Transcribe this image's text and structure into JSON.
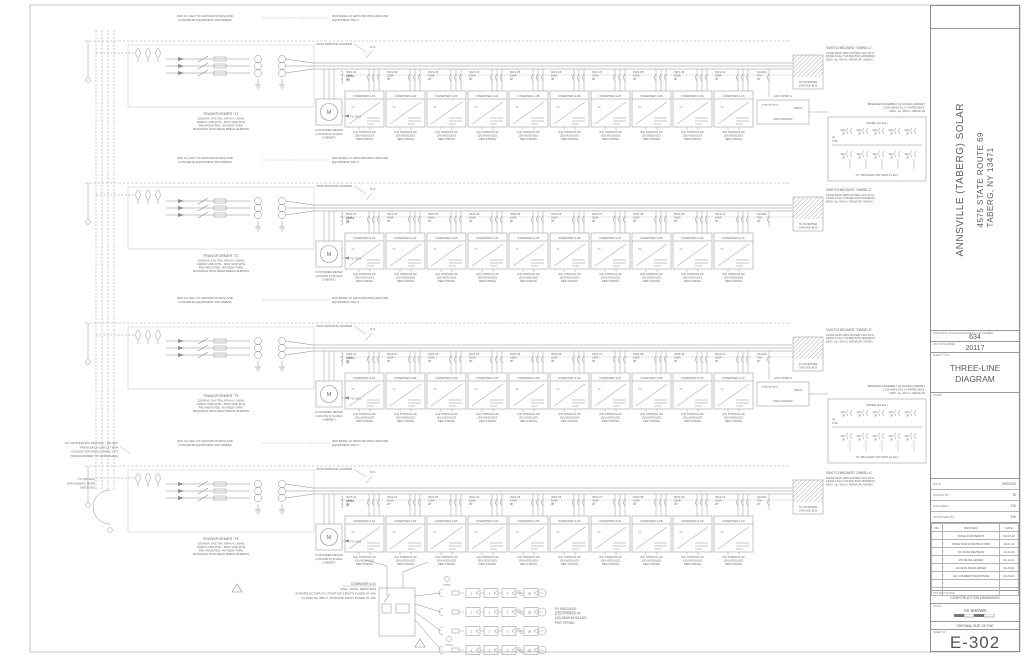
{
  "titleblock": {
    "project_name": "ANNSVILLE (TABERG) SOLAR",
    "address_line1": "4575 STATE ROUTE 69",
    "address_line2": "TABERG, NY 13471",
    "job1_label": "PRECISION SOLAR RENEWABLES JOB NUMBER",
    "job1_value": "634",
    "job2_label": "WM JOB NUMBER",
    "job2_value": "20117",
    "sheet_title_label": "SHEET TITLE",
    "sheet_title_line1": "THREE-LINE",
    "sheet_title_line2": "DIAGRAM",
    "stamp_label": "STAMP",
    "info_rows": [
      {
        "label": "DATE",
        "value": "09/01/20"
      },
      {
        "label": "DRAWN BY",
        "value": "IS"
      },
      {
        "label": "ENGINEER",
        "value": "DK"
      },
      {
        "label": "APPROVED BY",
        "value": "DK"
      }
    ],
    "rev_headers": [
      "NO.",
      "REVISION",
      "DATE"
    ],
    "revisions": [
      {
        "no": "-",
        "revision": "ISSUE FOR PERMIT",
        "date": "09-03-20"
      },
      {
        "no": "-",
        "revision": "ISSUE FOR CONSTRUCTION",
        "date": "10-01-20"
      },
      {
        "no": "-",
        "revision": "DC FUSE REVISION",
        "date": "11-03-20"
      },
      {
        "no": "-",
        "revision": "MV DETAIL ADDED",
        "date": "01-12-21"
      },
      {
        "no": "-",
        "revision": "ACCESS ROAD ADDED",
        "date": "01-29-21"
      },
      {
        "no": "-",
        "revision": "NG COMMENT RESPONSE",
        "date": "02-24-21"
      }
    ],
    "phase_label": "PROJECT PHASE",
    "phase_value": "CONSTRUCTION DRAWINGS",
    "scale_label": "SCALE",
    "scale_value": "AS SHOWN",
    "scale_ticks": [
      "0",
      "1\"",
      "2\""
    ],
    "size_note": "ORIGINAL SIZE 24\"X36\"",
    "sheetno_label": "SHEET NO.",
    "sheetno_value": "E-302"
  },
  "diagram": {
    "shared": {
      "gec_note": [
        "#4/0 CU GEC TO GROUND ROD(S) AND",
        "CONCRETE EQUIPMENT PAD REBAR"
      ],
      "ring_note_line1": "#4/0 BARE CU GROUND RING AROUND",
      "bonding_label": "MAIN BONDING JUMPER",
      "no_label": "N.O.",
      "main_breaker": [
        "1600A",
        "3P"
      ],
      "meter_label": [
        "CUSTOMER METER",
        "(LOCATE IN SCADA",
        "CABINET)"
      ],
      "das_label": "TO DAS",
      "breaker_rating": [
        "150A",
        "3P"
      ],
      "scada_breaker": [
        "SCADA",
        "70A",
        "2P"
      ],
      "ground_bus_label": [
        "TO INVERTER",
        "GROUND BUS"
      ],
      "transformer_specs": [
        "1250KVA, Z=5.75%, KR=6.4, ONAN,",
        "13200V GND WYE - 600V GND WYE",
        "PAD-MOUNTED, HV FEED-THRU",
        "BUSHINGS WITH DEAD BREAK ELBOWS"
      ],
      "switchboard_specs": [
        "1600A MCB 100% RATED LSIG ETU,",
        "1600A FULLY RATED BUS MINIMUM,",
        "600V, 3φ, 4W+G, NEMA 3R, 65KAIC"
      ],
      "strings_templates": {
        "14": [
          "(14) STRINGS OF",
          "(26) MODULES",
          "PER STRING"
        ],
        "15": [
          "(15) STRINGS OF",
          "(26) MODULES",
          "PER STRING"
        ]
      },
      "aux_assembly": {
        "title": [
          "BREAKER ASSEMBLY IN SCADA CABINET",
          "175A (MIN) FULLY RATED BUS,",
          "240V, 1φ, 3W+G, NEMA 3R"
        ],
        "spare": "SPARE (10 EA.)",
        "spare_rating": [
          "20A",
          "2P"
        ],
        "feed_rating": [
          "175A",
          "2P"
        ],
        "motor_rating": [
          "30A",
          "2P"
        ],
        "motors": "TO TRACKER MOTORS (5 EA.)",
        "xfmr_specs": [
          "30kVA",
          "600V-240/120V"
        ]
      }
    },
    "rows": [
      {
        "pad": "1",
        "transformer": "TRANSFORMER 'T1'",
        "switchboard": "SWITCHBOARD 'SWBD-1'",
        "ring_note_line2": "EQUIPMENT PAD 1",
        "aux_label": "AUX XFMR 1",
        "inverters": [
          "INVERTER 1-01",
          "INVERTER 1-02",
          "INVERTER 1-03",
          "INVERTER 1-04",
          "INVERTER 1-05",
          "INVERTER 1-06",
          "INVERTER 1-07",
          "INVERTER 1-08",
          "INVERTER 1-09",
          "INVERTER 1-10"
        ],
        "breakers": [
          "INV1-01",
          "INV1-02",
          "INV1-03",
          "INV1-04",
          "INV1-05",
          "INV1-06",
          "INV1-07",
          "INV1-08",
          "INV1-09",
          "INV1-10"
        ],
        "strings": [
          14,
          14,
          14,
          14,
          15,
          15,
          15,
          15,
          15,
          15
        ]
      },
      {
        "pad": "2",
        "transformer": "TRANSFORMER 'T2'",
        "switchboard": "SWITCHBOARD 'SWBD-2'",
        "ring_note_line2": "EQUIPMENT PAD 2",
        "aux_label": null,
        "inverters": [
          "INVERTER 2-01",
          "INVERTER 2-02",
          "INVERTER 2-03",
          "INVERTER 2-04",
          "INVERTER 2-05",
          "INVERTER 2-06",
          "INVERTER 2-07",
          "INVERTER 2-08",
          "INVERTER 2-09",
          "INVERTER 2-10"
        ],
        "breakers": [
          "INV2-01",
          "INV2-02",
          "INV2-03",
          "INV2-04",
          "INV2-05",
          "INV2-06",
          "INV2-07",
          "INV2-08",
          "INV2-09",
          "INV2-10"
        ],
        "strings": [
          14,
          14,
          14,
          14,
          15,
          15,
          15,
          15,
          15,
          15
        ]
      },
      {
        "pad": "3",
        "transformer": "TRANSFORMER 'T3'",
        "switchboard": "SWITCHBOARD 'SWBD-3'",
        "ring_note_line2": "EQUIPMENT PAD 3",
        "aux_label": "AUX XFMR 2",
        "inverters": [
          "INVERTER 3-01",
          "INVERTER 3-02",
          "INVERTER 3-03",
          "INVERTER 3-04",
          "INVERTER 3-05",
          "INVERTER 3-06",
          "INVERTER 3-07",
          "INVERTER 3-08",
          "INVERTER 3-09",
          "INVERTER 3-10"
        ],
        "breakers": [
          "INV3-01",
          "INV3-02",
          "INV3-03",
          "INV3-04",
          "INV3-05",
          "INV3-06",
          "INV3-07",
          "INV3-08",
          "INV3-09",
          "INV3-10"
        ],
        "strings": [
          14,
          14,
          14,
          14,
          15,
          15,
          15,
          15,
          15,
          15
        ]
      },
      {
        "pad": "4",
        "transformer": "TRANSFORMER 'T4'",
        "switchboard": "SWITCHBOARD 'SWBD-4'",
        "ring_note_line2": "EQUIPMENT PAD 4",
        "aux_label": null,
        "inverters": [
          "INVERTER 4-01",
          "INVERTER 4-02",
          "INVERTER 4-03",
          "INVERTER 4-04",
          "INVERTER 4-05",
          "INVERTER 4-06",
          "INVERTER 4-07",
          "INVERTER 4-08",
          "INVERTER 4-09",
          "INVERTER 4-10"
        ],
        "breakers": [
          "INV4-01",
          "INV4-02",
          "INV4-03",
          "INV4-04",
          "INV4-05",
          "INV4-06",
          "INV4-07",
          "INV4-08",
          "INV4-09",
          "INV4-10"
        ],
        "strings": [
          14,
          14,
          14,
          14,
          15,
          15,
          15,
          15,
          15,
          15
        ]
      }
    ],
    "left_notes": {
      "neutral": [
        "1/0 CONCENTRIC NEUTRAL, TIE-OFF",
        "FROM EACH CIRCUIT MV#",
        "CONDUCTOR AND CONNECT TO",
        "TRANSFORMER 'T4' H0 BUSHING"
      ],
      "zigzag": [
        "TO ZIG-ZAG",
        "GROUNDING XFMR",
        "SEE E-301"
      ]
    },
    "combiner": {
      "name": "COMBINER 4-01",
      "specs": "250A, 1500V, NEMA 3R/4",
      "notes": [
        "(7) PAIRS DC INPUTS, POSITIVE INPUTS FUSED AT 40A",
        "(1) PAIR DC INPUT, POSITIVE INPUT FUSED AT 20A"
      ],
      "typ": "(TYP.)"
    },
    "pv": {
      "label": [
        "PV MODULES:",
        "(15) STRINGS OF",
        "(26) 380W MODULES",
        "PER STRING"
      ],
      "module_numbers": [
        "1",
        "2",
        "3",
        "26"
      ]
    }
  }
}
